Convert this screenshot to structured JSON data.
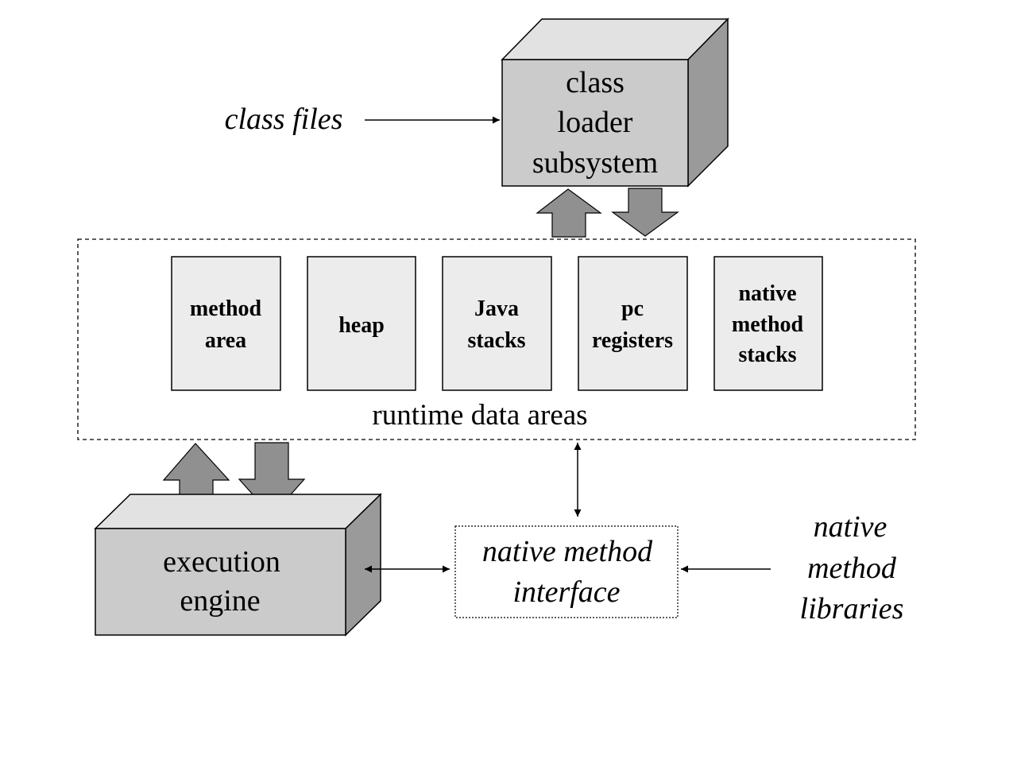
{
  "diagram": {
    "inputs": {
      "class_files": "class files",
      "native_libraries": [
        "native",
        "method",
        "libraries"
      ]
    },
    "class_loader": {
      "lines": [
        "class",
        "loader",
        "subsystem"
      ]
    },
    "runtime": {
      "label": "runtime data areas",
      "areas": [
        {
          "lines": [
            "method",
            "area"
          ]
        },
        {
          "lines": [
            "heap"
          ]
        },
        {
          "lines": [
            "Java",
            "stacks"
          ]
        },
        {
          "lines": [
            "pc",
            "registers"
          ]
        },
        {
          "lines": [
            "native",
            "method",
            "stacks"
          ]
        }
      ]
    },
    "execution_engine": {
      "lines": [
        "execution",
        "engine"
      ]
    },
    "native_interface": {
      "lines": [
        "native method",
        "interface"
      ]
    }
  },
  "colors": {
    "box_front": "#cbcbcb",
    "box_top": "#e2e2e2",
    "box_side": "#9a9a9a",
    "area_fill": "#ececec",
    "block_arrow": "#909090",
    "line": "#000000"
  }
}
